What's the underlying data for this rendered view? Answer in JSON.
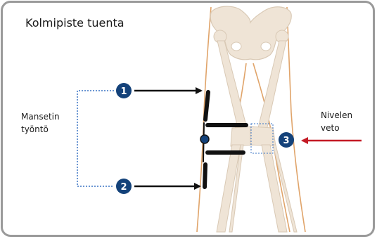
{
  "title": "Kolmipiste tuenta",
  "left_label": {
    "line1": "Mansetin",
    "line2": "työntö"
  },
  "right_label": {
    "line1": "Nivelen",
    "line2": "veto"
  },
  "markers": [
    {
      "number": "1"
    },
    {
      "number": "2"
    },
    {
      "number": "3"
    }
  ],
  "colors": {
    "frame": "#9a9a9a",
    "bone_fill": "#efe4d6",
    "bone_stroke": "#d9c9b5",
    "leg_outline": "#e0a46a",
    "marker": "#14427a",
    "push_arrow": "#111111",
    "pull_arrow": "#c41a25",
    "dotted": "#3a73c4",
    "brace": "#111111"
  }
}
